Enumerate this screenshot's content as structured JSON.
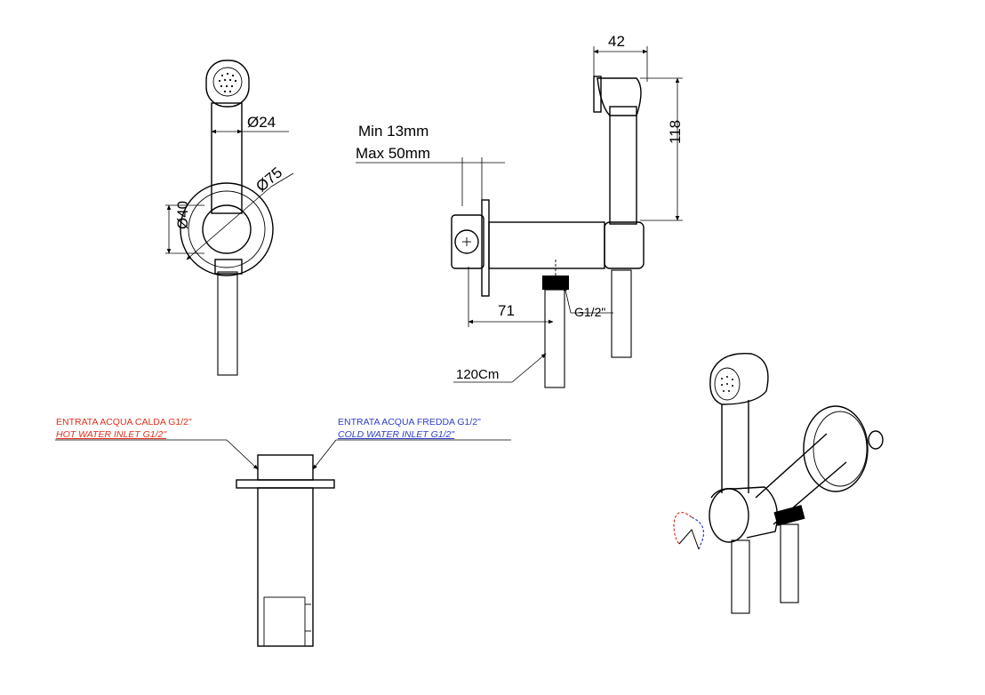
{
  "colors": {
    "line": "#000000",
    "hot": "#e0301e",
    "cold": "#2f3ec8"
  },
  "front_view": {
    "dia_handshower": "Ø24",
    "dia_rosette": "Ø75",
    "dia_body": "Ø40"
  },
  "side_view": {
    "wall_min": "Min 13mm",
    "wall_max": "Max 50mm",
    "width": "42",
    "height": "118",
    "depth": "71",
    "thread": "G1/2\"",
    "hose_length": "120Cm"
  },
  "plan_view": {
    "hot_it": "ENTRATA ACQUA CALDA G1/2\"",
    "hot_en": "HOT WATER INLET G1/2\"",
    "cold_it": "ENTRATA ACQUA FREDDA G1/2\"",
    "cold_en": "COLD WATER INLET G1/2\""
  }
}
